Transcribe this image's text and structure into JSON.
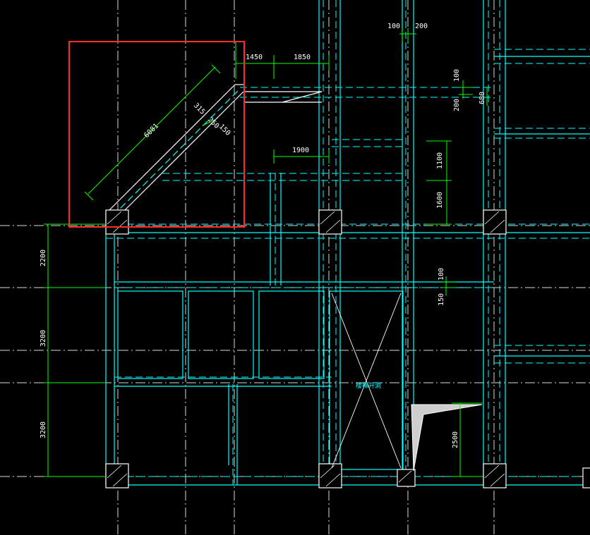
{
  "colors": {
    "background": "#000000",
    "wall": "#00ffff",
    "axis": "#ffffff",
    "dimension": "#00ff00",
    "dimension_text": "#ffffff",
    "selection": "#ff2a2a",
    "hatch": "#cfcfcf"
  },
  "dimensions": {
    "d100_top": "100",
    "d200_top": "200",
    "d1450": "1450",
    "d1850": "1850",
    "d680": "680",
    "d100_right": "100",
    "d200_right": "200",
    "d6081": "6081",
    "d315": "315",
    "d250": "250",
    "d150_diag": "150",
    "d1900": "1900",
    "d1100": "1100",
    "d1600": "1600",
    "d2200": "2200",
    "d3200_a": "3200",
    "d3200_b": "3200",
    "d100_mid": "100",
    "d150_mid": "150",
    "d2500": "2500"
  },
  "labels": {
    "stair_opening": "楼梯开洞"
  }
}
